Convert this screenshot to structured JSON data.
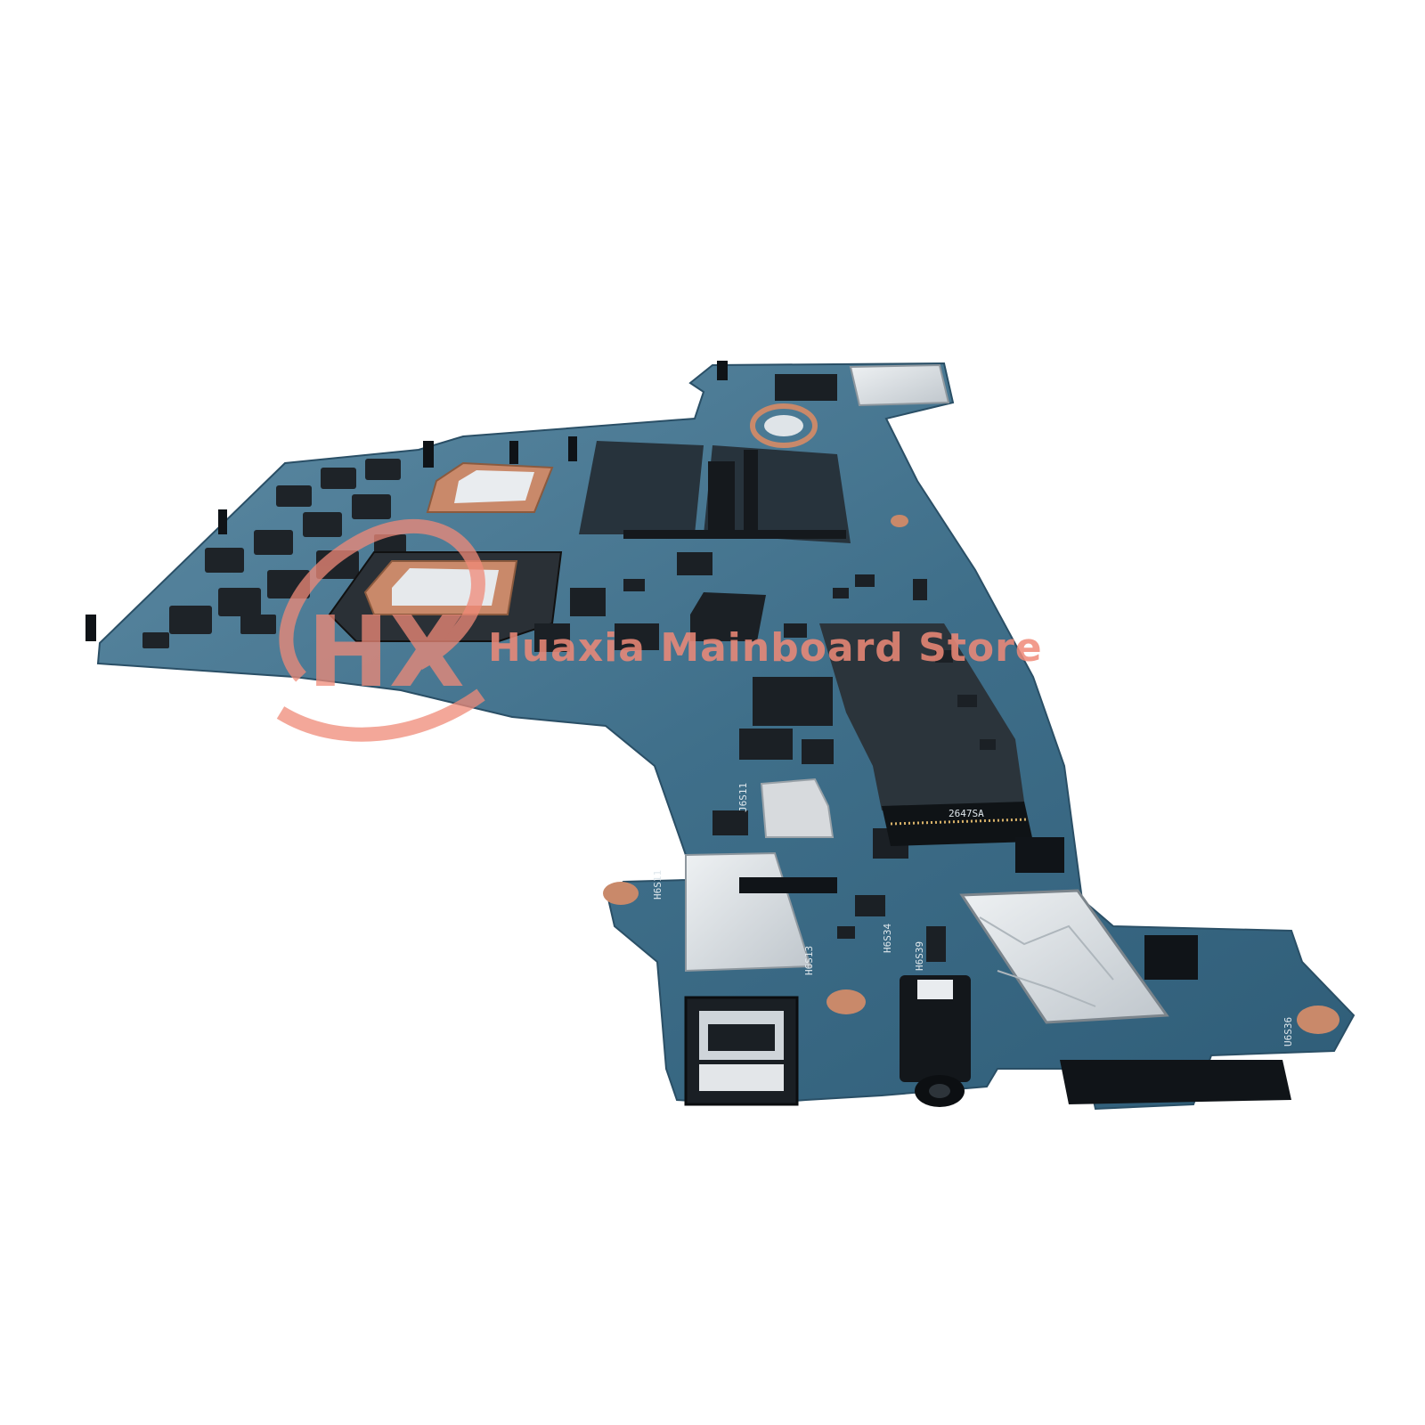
{
  "watermark": {
    "brand_text": "Huaxia Mainboard Store",
    "logo_letters": "HX",
    "color": "#f08a78"
  },
  "board": {
    "pcb_color": "#3f6f8a",
    "silkscreen": [
      "H6S11",
      "H6S13",
      "H6S39",
      "H6S34",
      "U6S36",
      "J6S11",
      "2647SA"
    ]
  },
  "colors": {
    "background": "#ffffff",
    "pcb": "#3f6f8a",
    "shield": "#d9dde0",
    "chip": "#1e2328",
    "copper": "#c9896a"
  }
}
